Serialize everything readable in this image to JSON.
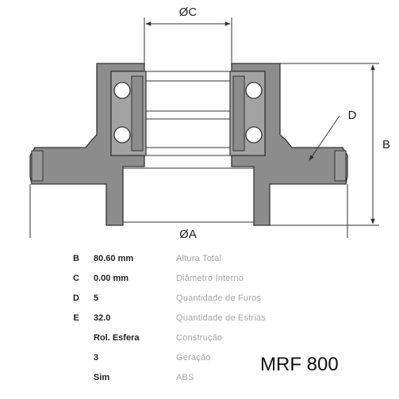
{
  "drawing": {
    "dim_c": "ØC",
    "dim_a": "ØA",
    "dim_b": "B",
    "dim_d": "D",
    "colors": {
      "body": "#8c8c8c",
      "outline": "#333333",
      "bearing": "#a3a3a3",
      "dimension": "#333333"
    }
  },
  "specs": [
    {
      "code": "B",
      "value": "80.60 mm",
      "label": "Altura Total"
    },
    {
      "code": "C",
      "value": "0.00 mm",
      "label": "Diâmetro Interno"
    },
    {
      "code": "D",
      "value": "5",
      "label": "Quantidade de Furos"
    },
    {
      "code": "E",
      "value": "32.0",
      "label": "Quantidade de Estrias"
    },
    {
      "code": "",
      "value": "Rol. Esfera",
      "label": "Construção"
    },
    {
      "code": "",
      "value": "3",
      "label": "Geração"
    },
    {
      "code": "",
      "value": "Sim",
      "label": "ABS"
    }
  ],
  "model": "MRF 800"
}
